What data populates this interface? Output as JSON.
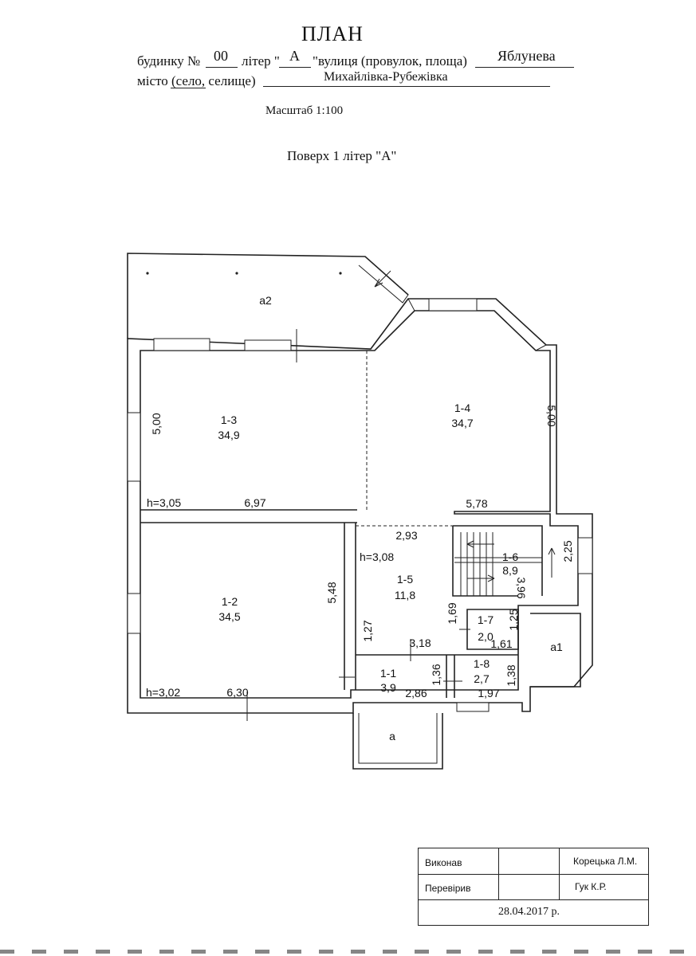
{
  "header": {
    "title": "ПЛАН",
    "line1_prefix": "будинку №",
    "house_number": "00",
    "litera_label": "літер \"",
    "litera_value": "А",
    "street_label": "\"вулиця (провулок, площа)",
    "street_value": "Яблунева",
    "line2_prefix": "місто (село, селище)",
    "city_value": "Михайлівка-Рубежівка",
    "scale": "Масштаб 1:100",
    "floor_label": "Поверх 1 літер \"А\""
  },
  "plan": {
    "rooms": [
      {
        "id": "1-1",
        "area": "3,9"
      },
      {
        "id": "1-2",
        "area": "34,5"
      },
      {
        "id": "1-3",
        "area": "34,9"
      },
      {
        "id": "1-4",
        "area": "34,7"
      },
      {
        "id": "1-5",
        "area": "11,8"
      },
      {
        "id": "1-6",
        "area": "8,9"
      },
      {
        "id": "1-7",
        "area": "2,0"
      },
      {
        "id": "1-8",
        "area": "2,7"
      }
    ],
    "outbuildings": {
      "a": "a",
      "a1": "a1",
      "a2": "a2"
    },
    "heights": {
      "r13": "h=3,05",
      "r12": "h=3,02",
      "r15": "h=3,08"
    },
    "dims": {
      "r13_h": "5,00",
      "r13_w": "6,97",
      "r14_h": "5,00",
      "r14_w": "5,78",
      "r12_h": "5,48",
      "r12_w": "6,30",
      "r15_w": "2,93",
      "r15_l": "1,27",
      "r15_b": "3,18",
      "r15_r": "1,69",
      "r16_h": "2,25",
      "r16_w": "3,96",
      "r17_r": "1,25",
      "r17_b": "1,61",
      "r11_h": "1,36",
      "r11_w": "2,86",
      "r18_h": "1,38",
      "r18_w": "1,97"
    }
  },
  "stamp": {
    "executed_label": "Виконав",
    "executed_name": "Корецька Л.М.",
    "checked_label": "Перевірив",
    "checked_name": "Гук К.Р.",
    "date": "28.04.2017 р."
  }
}
